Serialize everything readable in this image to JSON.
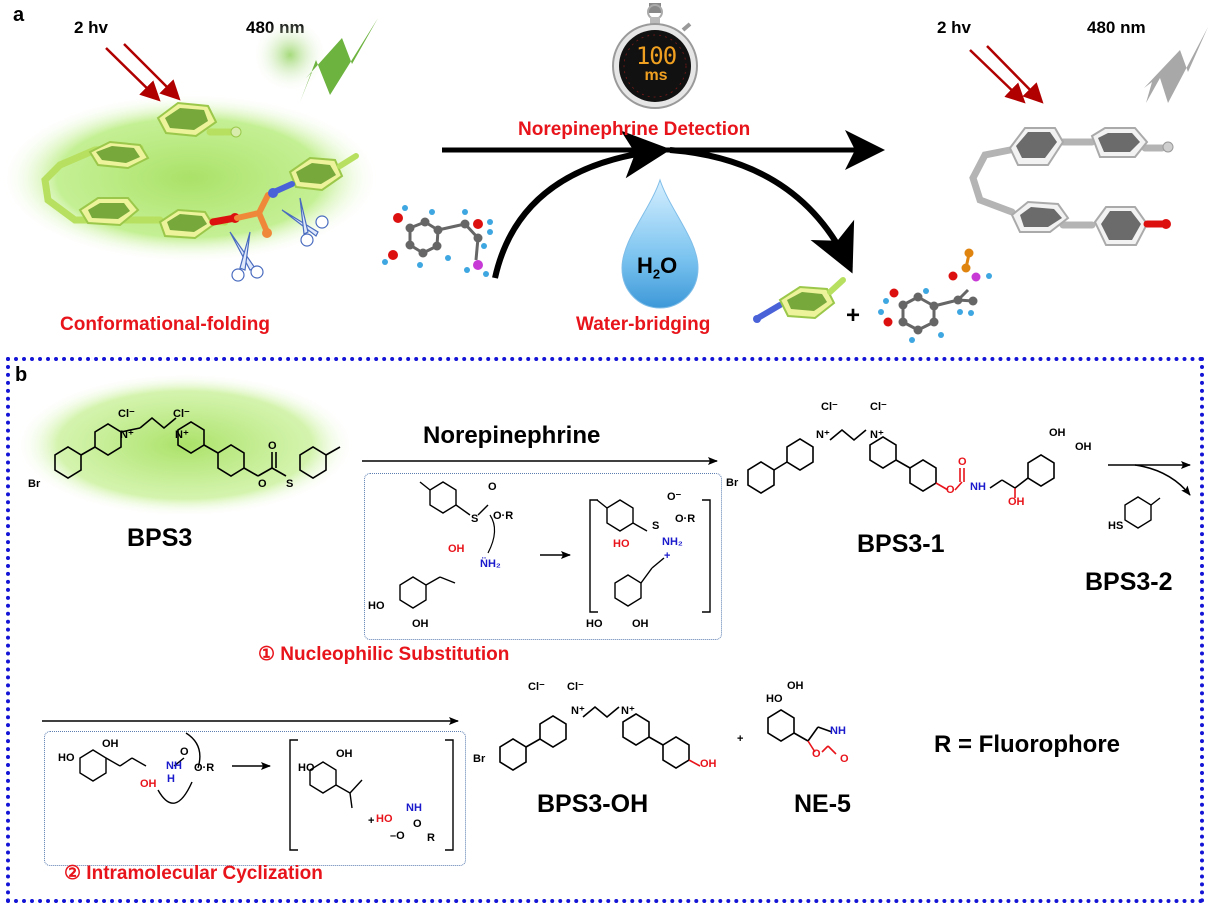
{
  "panel_a": {
    "label": "a",
    "left_excitation": "2 hv",
    "left_emission": "480 nm",
    "right_excitation": "2 hv",
    "right_emission": "480 nm",
    "timer_value": "100",
    "timer_unit": "ms",
    "detection_title": "Norepinephrine Detection",
    "water_label": "H",
    "water_sub": "2",
    "water_label_end": "O",
    "folding_caption": "Conformational-folding",
    "bridging_caption": "Water-bridging",
    "plus": "+",
    "colors": {
      "emission_on": "#6db33f",
      "emission_off": "#a8a8a8",
      "excitation_arrow": "#b00000",
      "caption": "#e8141b",
      "glow": "#a8e36a"
    }
  },
  "panel_b": {
    "label": "b",
    "reagent": "Norepinephrine",
    "compounds": {
      "bps3": "BPS3",
      "bps3_1": "BPS3-1",
      "bps3_2": "BPS3-2",
      "bps3_oh": "BPS3-OH",
      "ne5": "NE-5"
    },
    "step1_title": "① Nucleophilic Substitution",
    "step2_title": "② Intramolecular Cyclization",
    "r_definition": "R = Fluorophore",
    "plus": "+",
    "atoms": {
      "cl_minus": "Cl⁻",
      "n_plus": "N⁺",
      "br": "Br",
      "o": "O",
      "s": "S",
      "oh": "OH",
      "ho": "HO",
      "nh": "NH",
      "nh2": "NH₂",
      "nh2_lone": "N̈H₂",
      "h": "H",
      "hs": "HS",
      "o_minus": "O⁻",
      "r": "R",
      "or": "O·R",
      "plus_charge": "+",
      "minus_o": "–O"
    },
    "colors": {
      "border": "#1414d6",
      "mechanism_border": "#5b7db0",
      "hetero_red": "#e8141b",
      "hetero_blue": "#1a1acc"
    }
  }
}
